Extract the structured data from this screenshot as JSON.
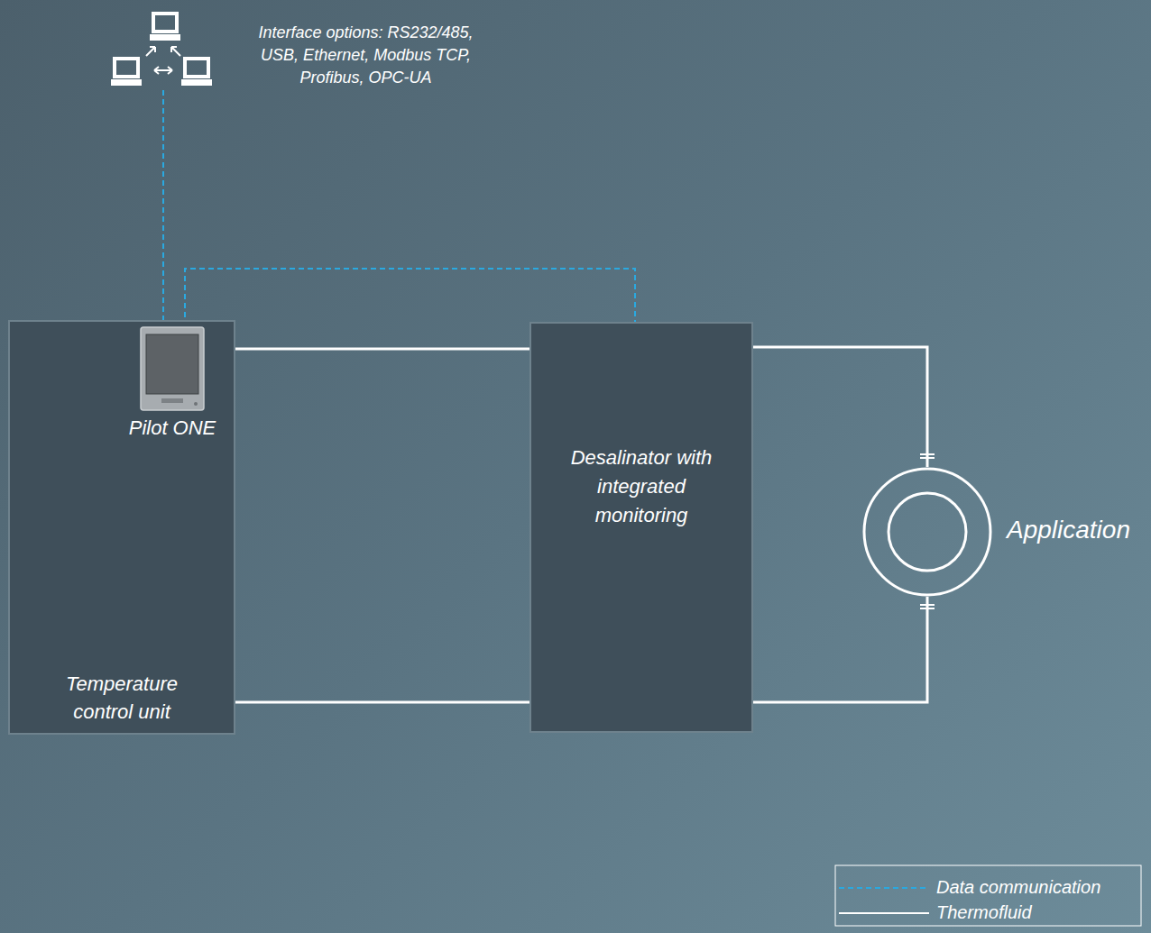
{
  "diagram": {
    "nodes": [
      {
        "text": [
          "Temperature control unit"
        ]
      },
      {
        "text": [
          "Pilot ONE"
        ],
        "in": 0
      },
      {
        "text": [
          "Desalinator with integrated monitoring"
        ]
      },
      {
        "text": [
          "Application"
        ]
      }
    ],
    "edges": [
      {
        "from": 0,
        "to": 2,
        "arrow": "none"
      },
      {
        "from": 0,
        "to": 2,
        "arrow": "none"
      },
      {
        "from": 2,
        "to": 3,
        "arrow": "none"
      },
      {
        "from": 2,
        "to": 3,
        "arrow": "none"
      },
      {
        "from": 1,
        "to": 2,
        "arrow": "none"
      }
    ],
    "labels": [
      "Interface options: RS232/485, USB, Ethernet, Modbus TCP, Profibus, OPC-UA"
    ],
    "legend": [
      {
        "text": "Data communication"
      },
      {
        "text": "Thermofluid"
      }
    ]
  }
}
